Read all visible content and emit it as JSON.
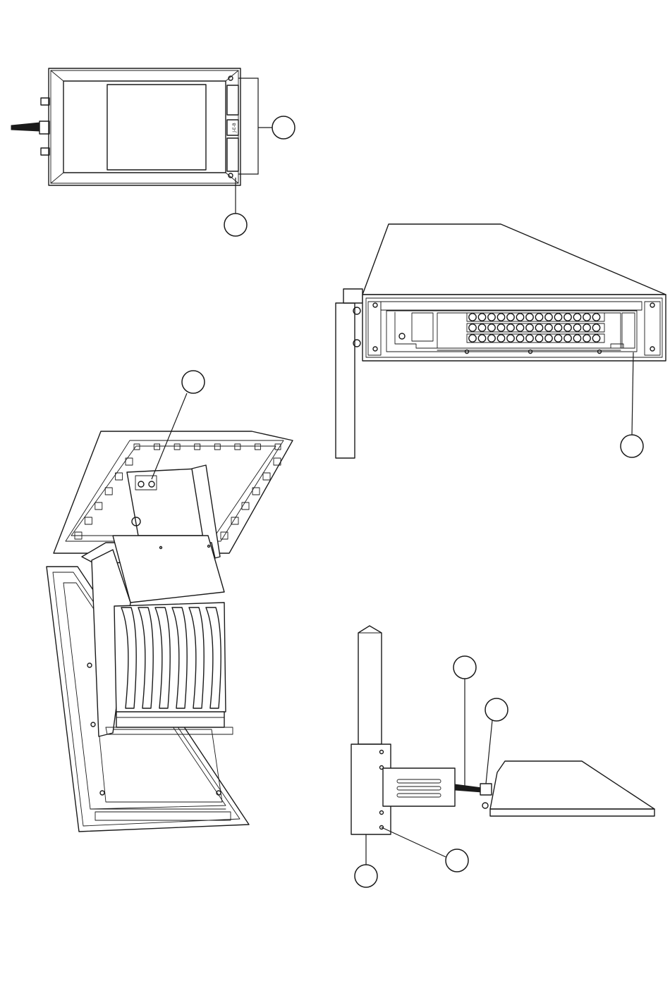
{
  "figure": {
    "views": [
      {
        "id": "front-view-closed",
        "callouts": 2,
        "badge_text": "J-E-B"
      },
      {
        "id": "side-view-open-front",
        "callouts": 1
      },
      {
        "id": "exploded-view-open-lid",
        "callouts": 1
      },
      {
        "id": "pole-mount-view",
        "callouts": 4
      }
    ],
    "callout_labels": [
      "",
      "",
      "",
      "",
      "",
      "",
      "",
      ""
    ]
  },
  "colors": {
    "line": "#1a1a1a",
    "background": "#ffffff"
  }
}
